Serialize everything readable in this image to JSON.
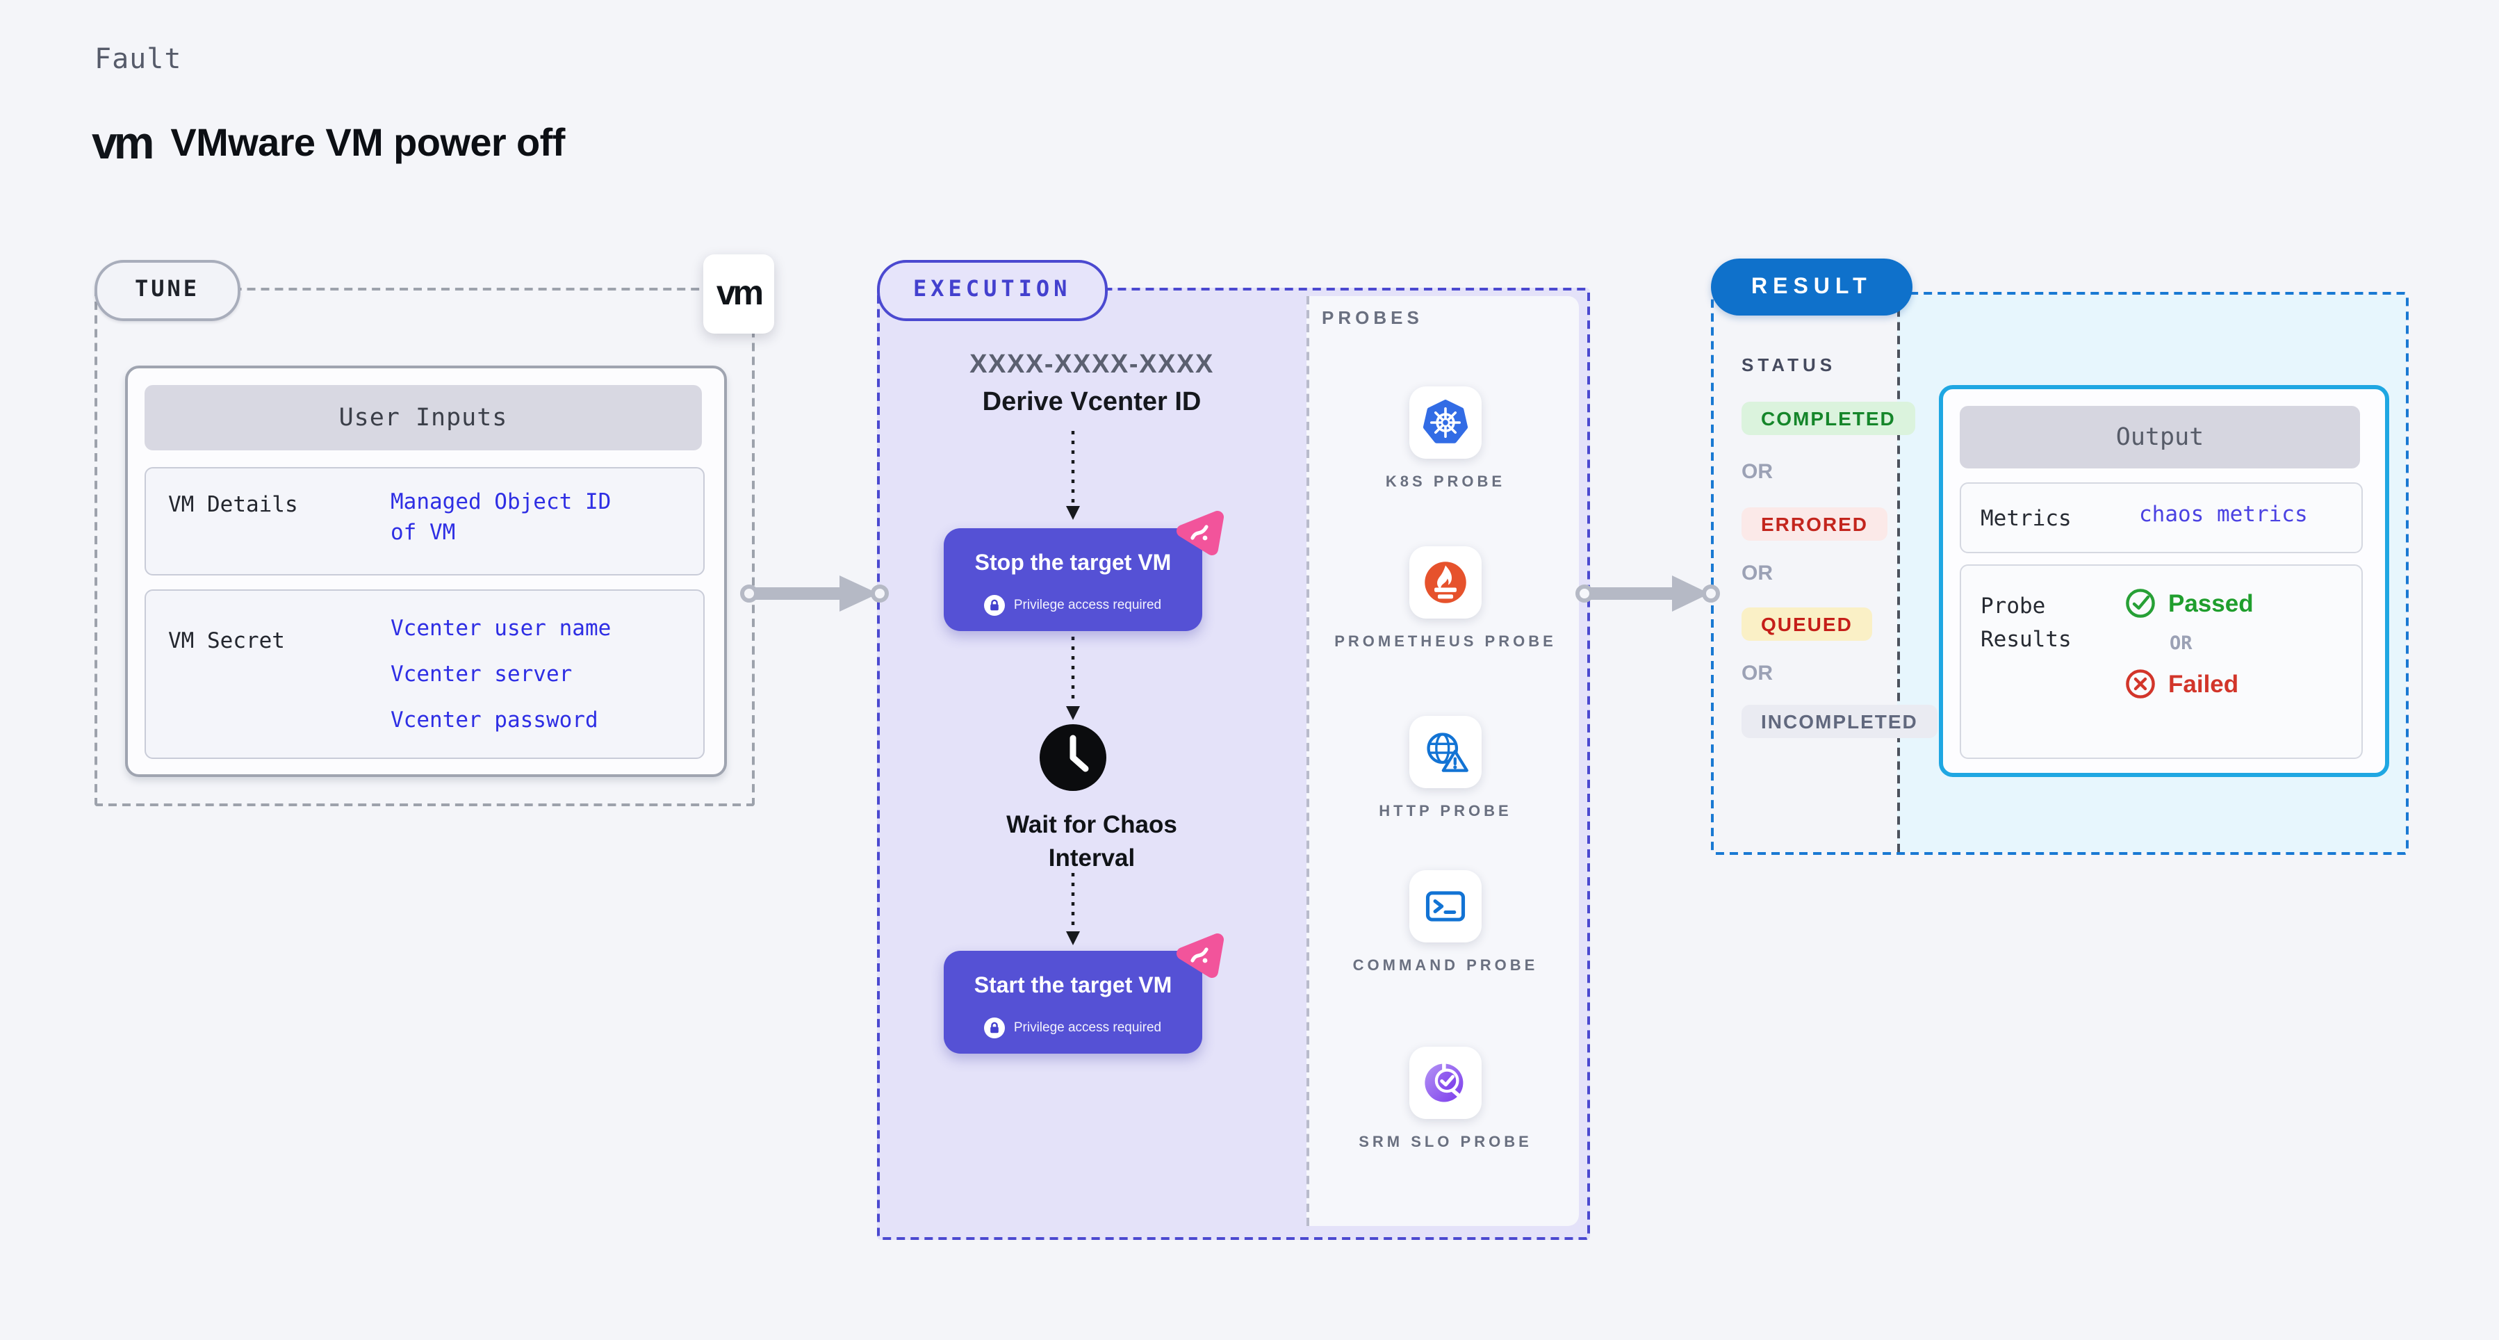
{
  "header": {
    "category": "Fault",
    "logo_text": "vm",
    "title": "VMware VM power off"
  },
  "tune": {
    "badge": "TUNE",
    "logo_text": "vm",
    "user_inputs": {
      "header": "User Inputs",
      "rows": [
        {
          "label": "VM Details",
          "values": [
            "Managed Object ID of VM"
          ]
        },
        {
          "label": "VM Secret",
          "values": [
            "Vcenter user name",
            "Vcenter server",
            "Vcenter password"
          ]
        }
      ]
    }
  },
  "execution": {
    "badge": "EXECUTION",
    "derive_code": "XXXX-XXXX-XXXX",
    "derive_label": "Derive Vcenter ID",
    "stop_button": {
      "label": "Stop the target VM",
      "note": "Privilege access required"
    },
    "wait_label": "Wait for Chaos Interval",
    "start_button": {
      "label": "Start the target VM",
      "note": "Privilege access required"
    }
  },
  "probes": {
    "title": "PROBES",
    "items": [
      {
        "label": "K8S PROBE",
        "icon": "kubernetes-icon"
      },
      {
        "label": "PROMETHEUS PROBE",
        "icon": "prometheus-icon"
      },
      {
        "label": "HTTP PROBE",
        "icon": "http-globe-warning-icon"
      },
      {
        "label": "COMMAND PROBE",
        "icon": "terminal-icon"
      },
      {
        "label": "SRM SLO PROBE",
        "icon": "slo-donut-check-icon"
      }
    ]
  },
  "result": {
    "badge": "RESULT",
    "status_title": "STATUS",
    "or_label": "OR",
    "statuses": [
      {
        "label": "COMPLETED",
        "bg": "#DBF3DD",
        "color": "#15862A"
      },
      {
        "label": "ERRORED",
        "bg": "#FBE9E8",
        "color": "#C3251D"
      },
      {
        "label": "QUEUED",
        "bg": "#FAF0C6",
        "color": "#C51E18"
      },
      {
        "label": "INCOMPLETED",
        "bg": "#EAEBF2",
        "color": "#61687E"
      }
    ],
    "output": {
      "header": "Output",
      "metrics_label": "Metrics",
      "metrics_value": "chaos metrics",
      "probe_results_label": "Probe Results",
      "passed_label": "Passed",
      "or_label": "OR",
      "failed_label": "Failed"
    }
  },
  "colors": {
    "page_bg": "#F4F5F9",
    "execution_fill": "#E4E2F9",
    "execution_border": "#4B49D0",
    "action_button": "#5551D5",
    "result_border": "#1979D3",
    "result_badge_bg": "#0F71CB",
    "result_fill": "#E7F6FD",
    "output_border": "#1FA7E2",
    "input_value_text": "#2E2EE4",
    "metrics_value_text": "#4B42E2",
    "passed_green": "#1F9E2D",
    "failed_red": "#D2352A",
    "probe_label_gray": "#6A7080",
    "arrow_gray": "#B5B9C5",
    "deco_pink": "#F2549B"
  }
}
